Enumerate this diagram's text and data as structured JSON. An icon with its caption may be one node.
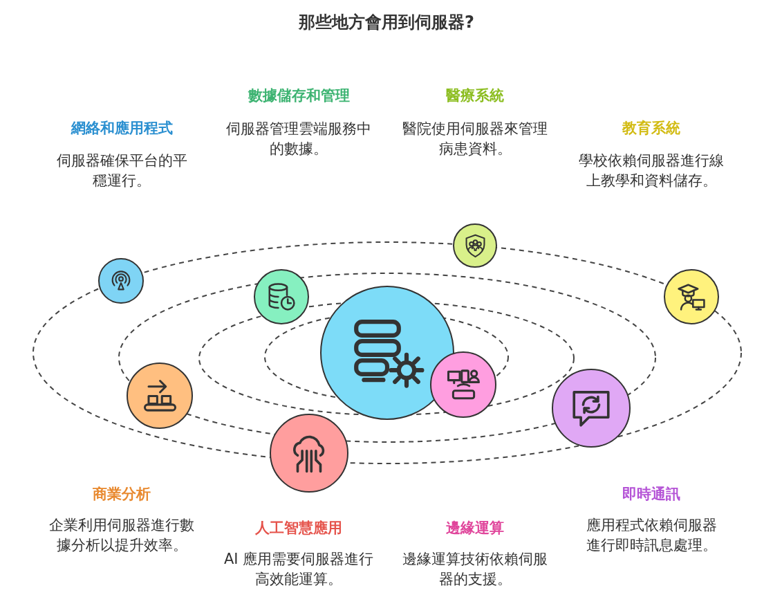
{
  "diagram": {
    "title": "那些地方會用到伺服器?",
    "nodes": [
      {
        "text": [],
        "shape": "circle"
      },
      {
        "text": [],
        "shape": "circle"
      },
      {
        "text": [],
        "shape": "circle"
      },
      {
        "text": [],
        "shape": "circle"
      },
      {
        "text": [],
        "shape": "circle"
      },
      {
        "text": [],
        "shape": "circle"
      },
      {
        "text": [],
        "shape": "circle"
      },
      {
        "text": [],
        "shape": "circle"
      },
      {
        "text": [],
        "shape": "circle"
      }
    ],
    "labels": [
      "數據儲存和管理",
      "醫療系統",
      "伺服器管理雲端服務中的數據。",
      "醫院使用伺服器來管理病患資料。",
      "網絡和應用程式",
      "教育系統",
      "伺服器確保平台的平穩運行。",
      "學校依賴伺服器進行線上教學和資料儲存。",
      "商業分析",
      "即時通訊",
      "企業利用伺服器進行數據分析以提升效率。",
      "應用程式依賴伺服器進行即時訊息處理。",
      "人工智慧應用",
      "邊緣運算",
      "AI 應用需要伺服器進行高效能運算。",
      "邊緣運算技術依賴伺服器的支援。"
    ]
  }
}
